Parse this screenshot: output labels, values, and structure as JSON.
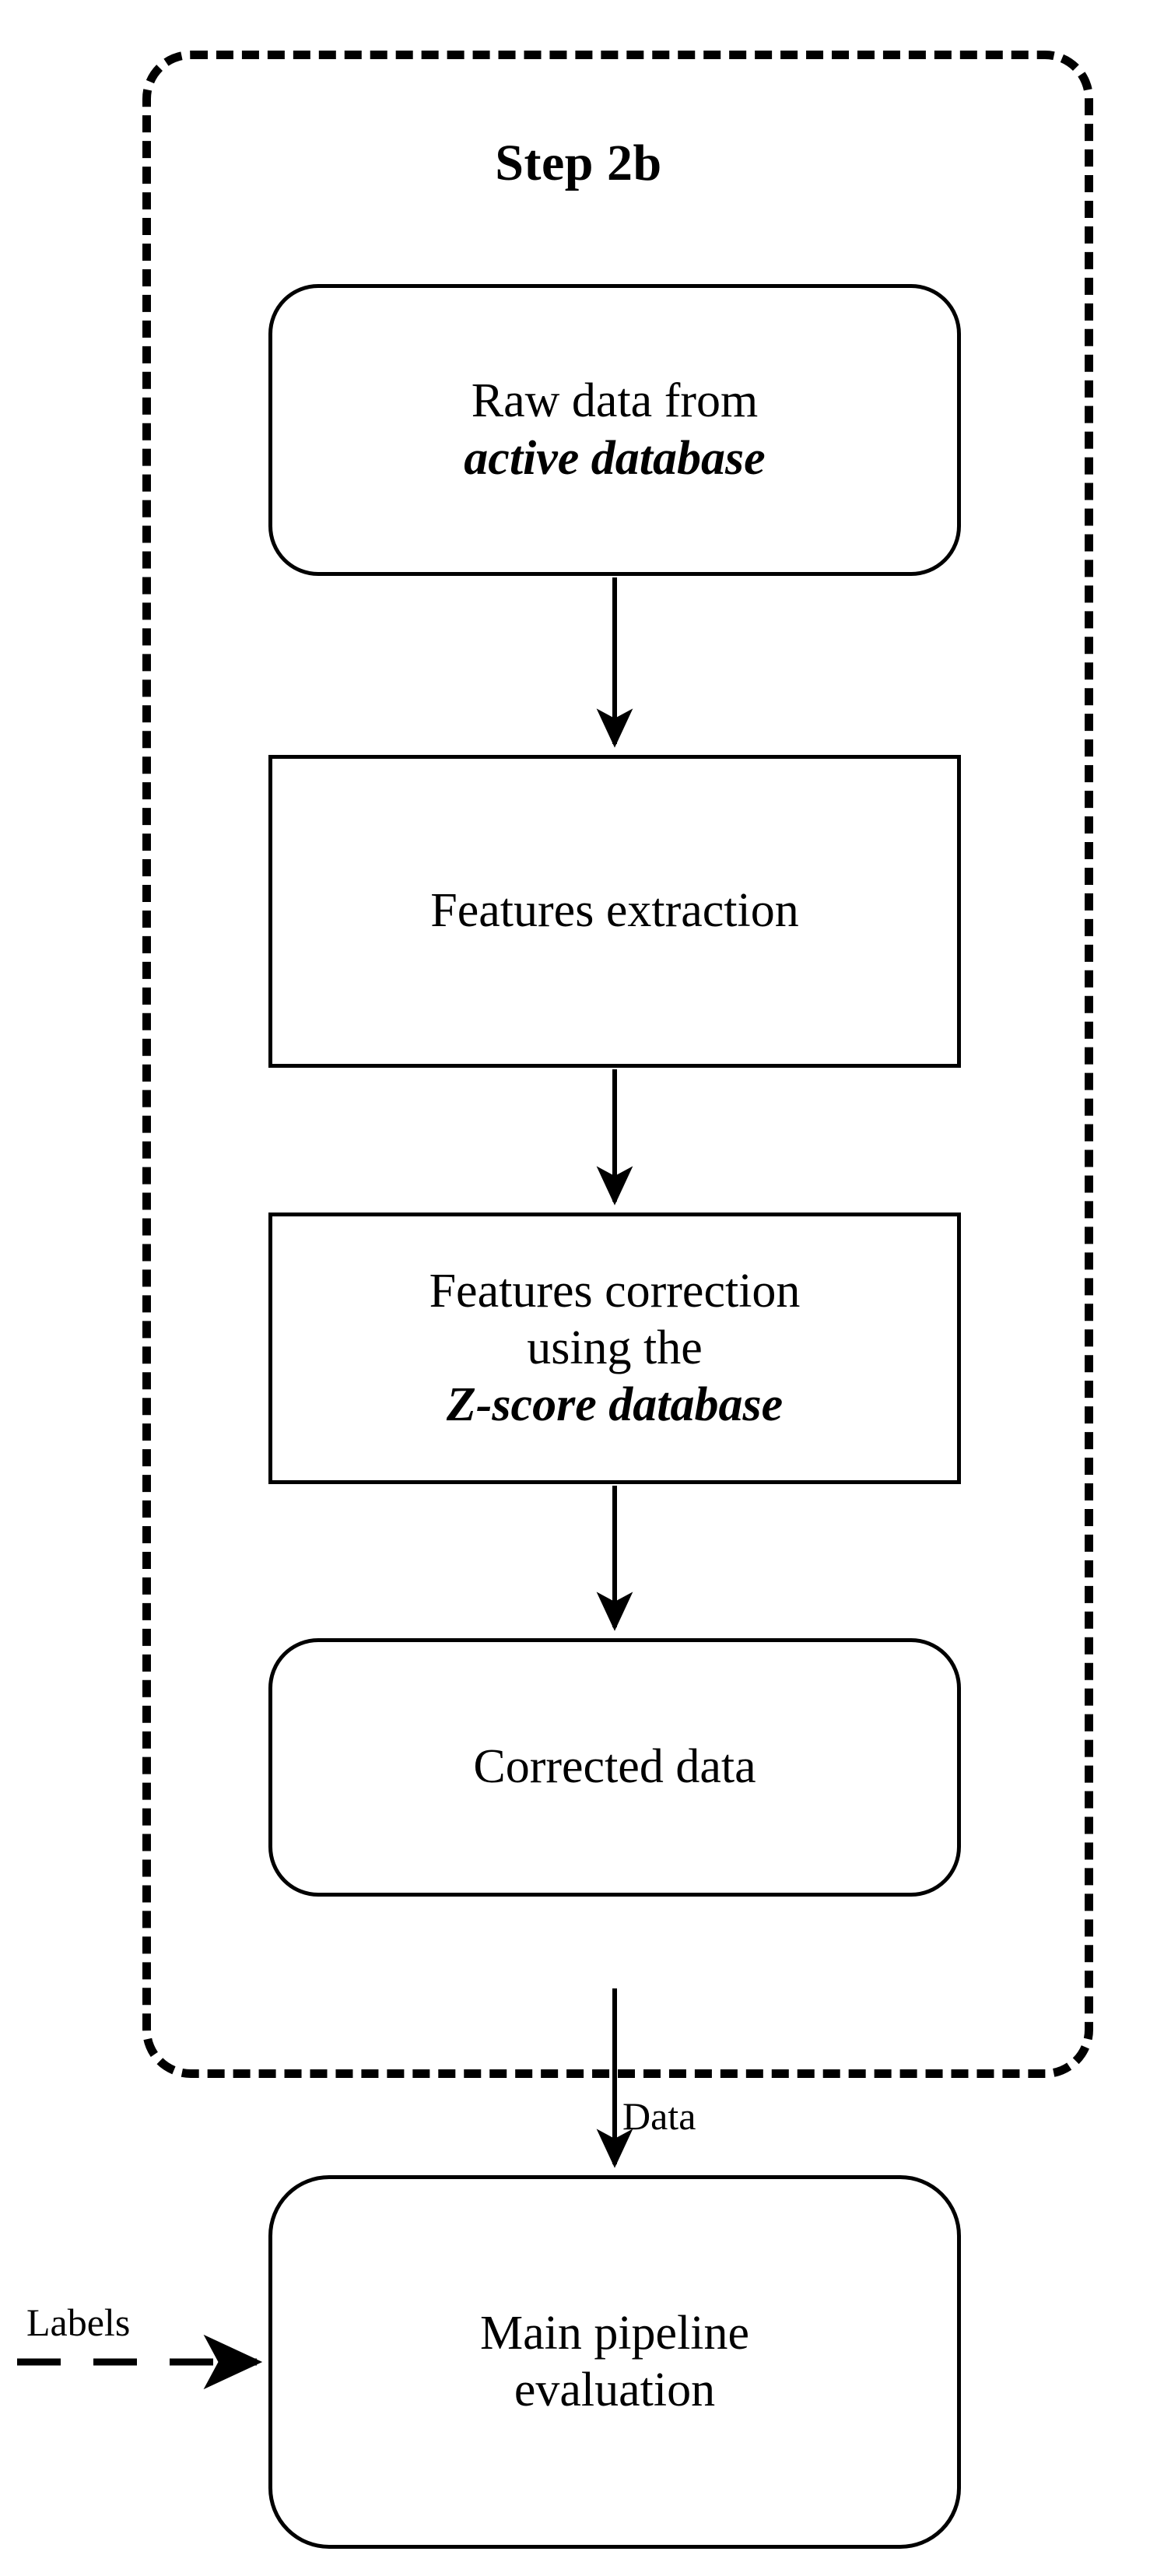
{
  "figure": {
    "kind": "flowchart",
    "background": "#ffffff",
    "stroke_color": "#000000",
    "title": "Step 2b"
  },
  "group": {
    "label": "Step 2b",
    "border_style": "dashed",
    "name": "step-2b-group"
  },
  "nodes": [
    {
      "id": "raw-data",
      "shape": "rounded-rect",
      "lines": [
        {
          "text": "Raw data from",
          "style": "regular"
        },
        {
          "text": "active database",
          "style": "bold-italic"
        }
      ]
    },
    {
      "id": "features-extraction",
      "shape": "rect",
      "lines": [
        {
          "text": "Features extraction",
          "style": "regular"
        }
      ]
    },
    {
      "id": "features-correction",
      "shape": "rect",
      "lines": [
        {
          "text": "Features correction",
          "style": "regular"
        },
        {
          "text": "using the",
          "style": "regular"
        },
        {
          "text": "Z-score database",
          "style": "bold-italic"
        }
      ]
    },
    {
      "id": "corrected-data",
      "shape": "rounded-rect",
      "lines": [
        {
          "text": "Corrected data",
          "style": "regular"
        }
      ]
    },
    {
      "id": "main-pipeline",
      "shape": "rounded-rect",
      "lines": [
        {
          "text": "Main pipeline",
          "style": "regular"
        },
        {
          "text": "evaluation",
          "style": "regular"
        }
      ]
    }
  ],
  "edges": [
    {
      "id": "raw-to-extraction",
      "from": "raw-data",
      "to": "features-extraction",
      "style": "solid",
      "label": ""
    },
    {
      "id": "extraction-to-correction",
      "from": "features-extraction",
      "to": "features-correction",
      "style": "solid",
      "label": ""
    },
    {
      "id": "correction-to-corrected",
      "from": "features-correction",
      "to": "corrected-data",
      "style": "solid",
      "label": ""
    },
    {
      "id": "corrected-to-main",
      "from": "corrected-data",
      "to": "main-pipeline",
      "style": "solid",
      "label": "Data"
    },
    {
      "id": "labels-to-main",
      "from": "external",
      "to": "main-pipeline",
      "style": "dashed",
      "label": "Labels"
    }
  ],
  "labels": {
    "data": "Data",
    "labels": "Labels"
  }
}
